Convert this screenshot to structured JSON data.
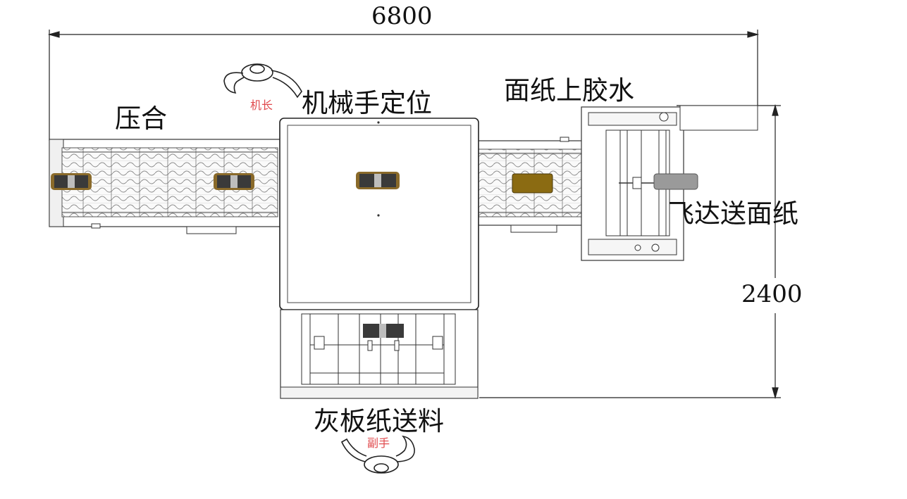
{
  "dimensions": {
    "overall_length": "6800",
    "overall_width": "2400"
  },
  "stations": {
    "press": "压合",
    "robot_positioning": "机械手定位",
    "face_paper_gluing": "面纸上胶水",
    "feida_face_paper_feed": "飞达送面纸",
    "greyboard_feed": "灰板纸送料"
  },
  "operators": {
    "operator_main": "机长",
    "operator_assistant": "副手"
  }
}
